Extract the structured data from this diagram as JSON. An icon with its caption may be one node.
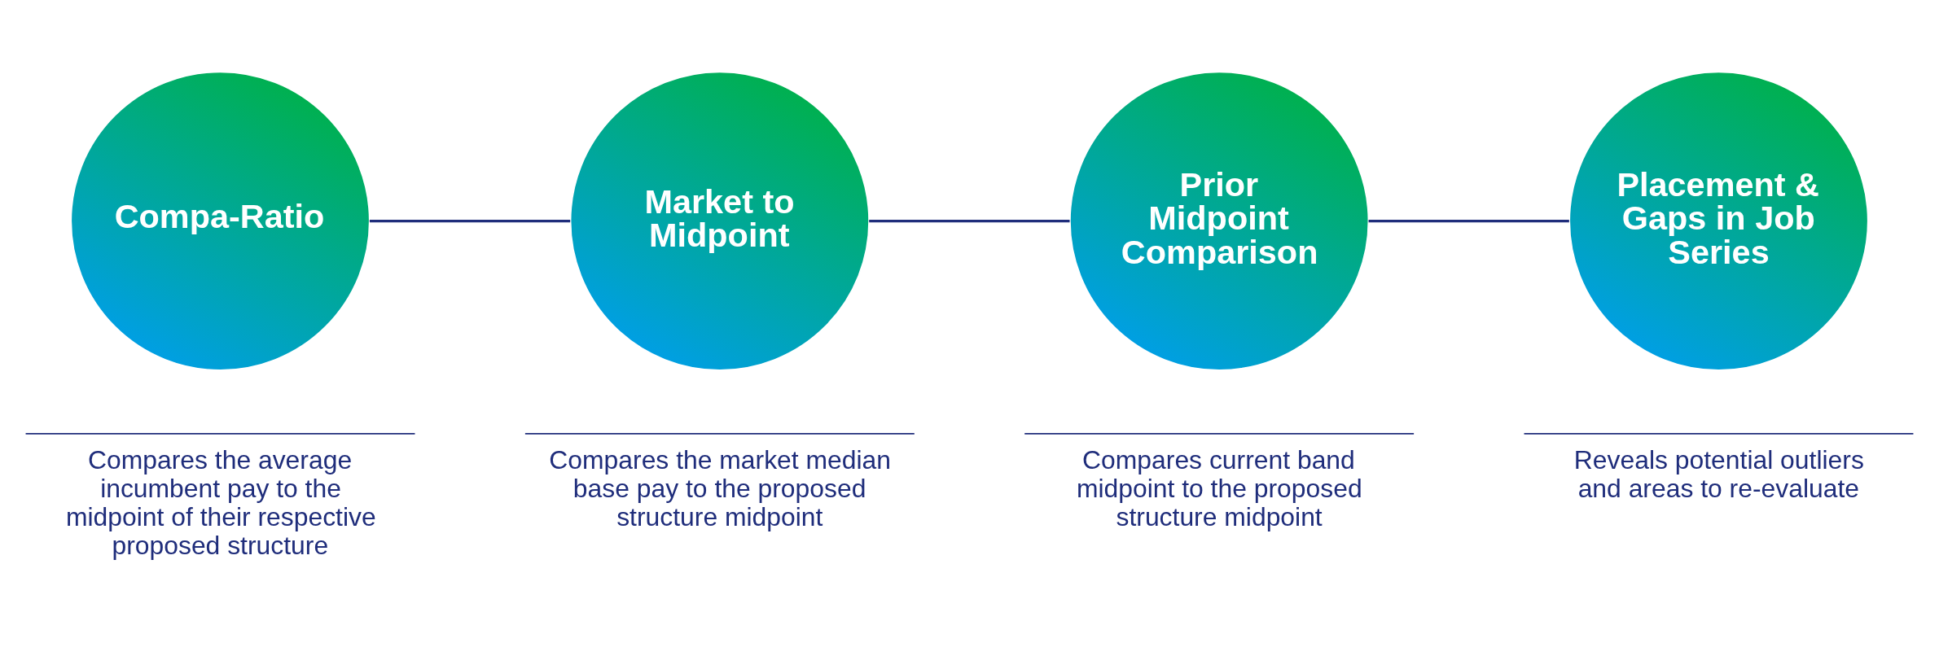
{
  "diagram": {
    "nodes": [
      {
        "text": [
          "Compa-Ratio"
        ],
        "beside": [
          "Compares the average incumbent pay to the midpoint of their respective proposed structure"
        ]
      },
      {
        "text": [
          "Market to Midpoint"
        ],
        "beside": [
          "Compares the market median base pay to the proposed structure midpoint"
        ]
      },
      {
        "text": [
          "Prior Midpoint Comparison"
        ],
        "beside": [
          "Compares current band midpoint to the proposed structure midpoint"
        ]
      },
      {
        "text": [
          "Placement & Gaps in Job Series"
        ],
        "beside": [
          "Reveals potential outliers and areas to re-evaluate"
        ]
      }
    ],
    "edges": [
      {
        "from": 0,
        "to": 1,
        "arrow": "none"
      },
      {
        "from": 1,
        "to": 2,
        "arrow": "none"
      },
      {
        "from": 2,
        "to": 3,
        "arrow": "none"
      }
    ]
  }
}
